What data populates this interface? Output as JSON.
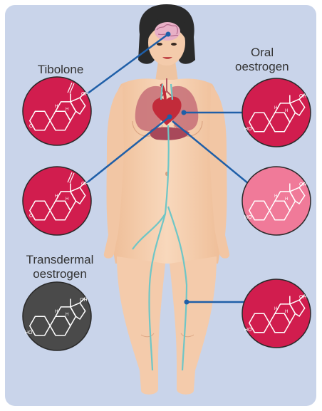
{
  "labels": {
    "tibolone": "Tibolone",
    "oral_line1": "Oral",
    "oral_line2": "oestrogen",
    "transdermal_line1": "Transdermal",
    "transdermal_line2": "oestrogen"
  },
  "molecule_atoms": {
    "oh": "OH",
    "ho": "HO",
    "o": "O",
    "h": "H"
  },
  "colors": {
    "background_panel": "#c9d4ea",
    "tibolone_circle": "#d11d4e",
    "oral_circle": "#d11d4e",
    "oral_pale_circle": "#f07a99",
    "transdermal_circle": "#4a4a4a",
    "leg_circle": "#d11d4e",
    "connector_line": "#1f5fa8",
    "skin": "#f6cfae",
    "vessel": "#6fc6c6"
  },
  "icons": {
    "brain": "brain-icon",
    "heart": "heart-icon",
    "lungs": "lungs-icon",
    "liver": "liver-icon"
  }
}
